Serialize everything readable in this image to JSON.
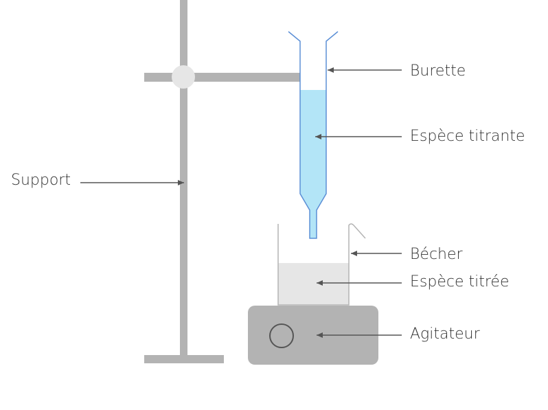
{
  "labels": {
    "burette": "Burette",
    "titrant": "Espèce titrante",
    "support": "Support",
    "becher": "Bécher",
    "titree": "Espèce titrée",
    "agitateur": "Agitateur"
  },
  "colors": {
    "stand": "#b3b3b3",
    "clamp_knob": "#e6e6e6",
    "burette_outline": "#5b8fd6",
    "titrant_liquid": "#b3e5f7",
    "beaker_outline": "#b3b3b3",
    "titree_liquid": "#e6e6e6",
    "stirrer_body": "#b3b3b3",
    "stirrer_knob": "#555555",
    "arrow": "#555555",
    "text": "#333333"
  }
}
